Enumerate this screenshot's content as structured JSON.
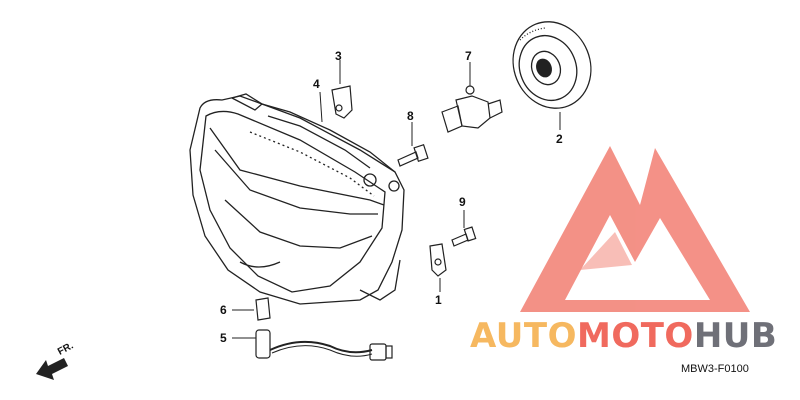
{
  "callouts": [
    {
      "id": "1",
      "label": "1"
    },
    {
      "id": "2",
      "label": "2"
    },
    {
      "id": "3",
      "label": "3"
    },
    {
      "id": "4",
      "label": "4"
    },
    {
      "id": "5",
      "label": "5"
    },
    {
      "id": "6",
      "label": "6"
    },
    {
      "id": "7",
      "label": "7"
    },
    {
      "id": "8",
      "label": "8"
    },
    {
      "id": "9",
      "label": "9"
    }
  ],
  "direction_label": "FR.",
  "diagram_code": "MBW3-F0100",
  "watermark": {
    "part1": "AUTO",
    "part2": "MOTO",
    "part3": "HUB",
    "color_orange": "#f6b860",
    "color_red": "#f06a5e",
    "color_gray": "#6f7078"
  }
}
